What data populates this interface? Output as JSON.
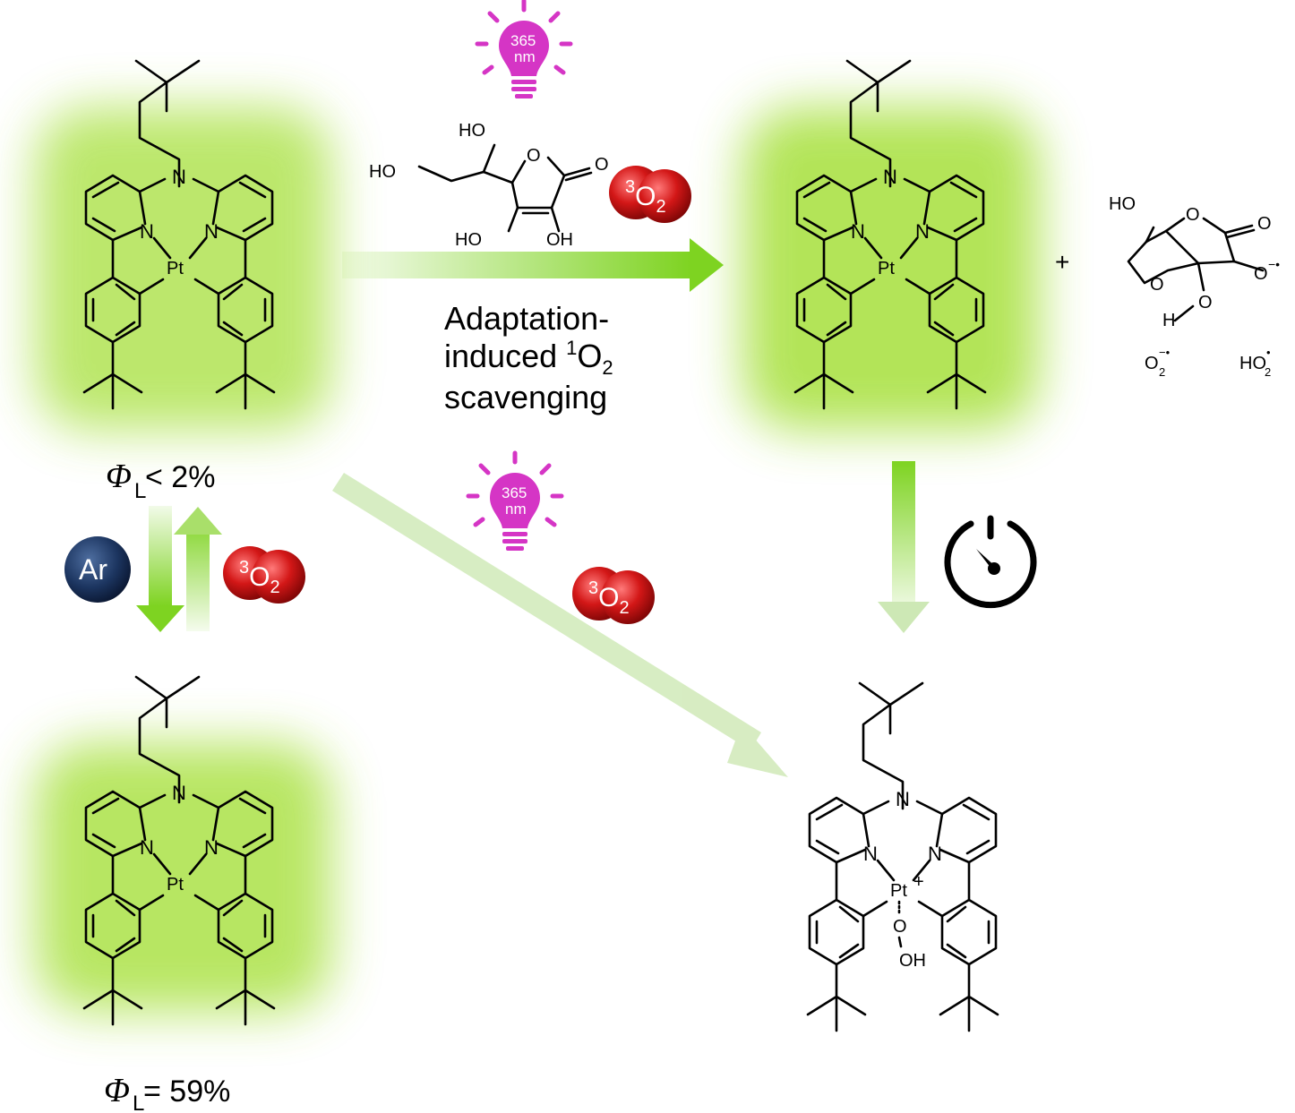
{
  "atoms": {
    "N": "N",
    "Pt": "Pt",
    "plus_charge": "+",
    "O": "O",
    "OH": "OH",
    "HO": "HO",
    "H": "H"
  },
  "ascorbate": {
    "ho_top": "HO",
    "ho_left": "HO",
    "ho_bottom_left": "HO",
    "oh_bottom_right": "OH",
    "ring_o": "O",
    "carbonyl_o": "O"
  },
  "product": {
    "ho": "HO",
    "ring_o_top": "O",
    "carbonyl_o": "O",
    "ring_o_left": "O",
    "o_minus": "O",
    "radical_minus": "−•",
    "h": "H",
    "oh_o": "O",
    "plus_sign": "+",
    "superoxide": "O",
    "superoxide_sub": "2",
    "superoxide_sup": "−•",
    "hydroperoxyl": "HO",
    "hydroperoxyl_sub": "2",
    "hydroperoxyl_sup": "•"
  },
  "labels": {
    "phi_symbol": "Φ",
    "phi_sub": "L",
    "phi_top_value": " < 2%",
    "phi_bottom_value": " = 59%",
    "process_line1": "Adaptation-",
    "process_line2_a": "induced ",
    "process_line2_sup": "1",
    "process_line2_b": "O",
    "process_line2_sub": "2",
    "process_line3": "scavenging"
  },
  "light": {
    "wavelength": "365",
    "unit": "nm"
  },
  "oxygen": {
    "sup": "3",
    "base": "O",
    "sub": "2"
  },
  "argon": {
    "label": "Ar"
  },
  "colors": {
    "glow_green": "#a6e03a",
    "arrow_green": "#7ed321",
    "bulb_magenta": "#d535c5",
    "oxygen_red": "#d31717",
    "argon_navy": "#1c3560"
  }
}
